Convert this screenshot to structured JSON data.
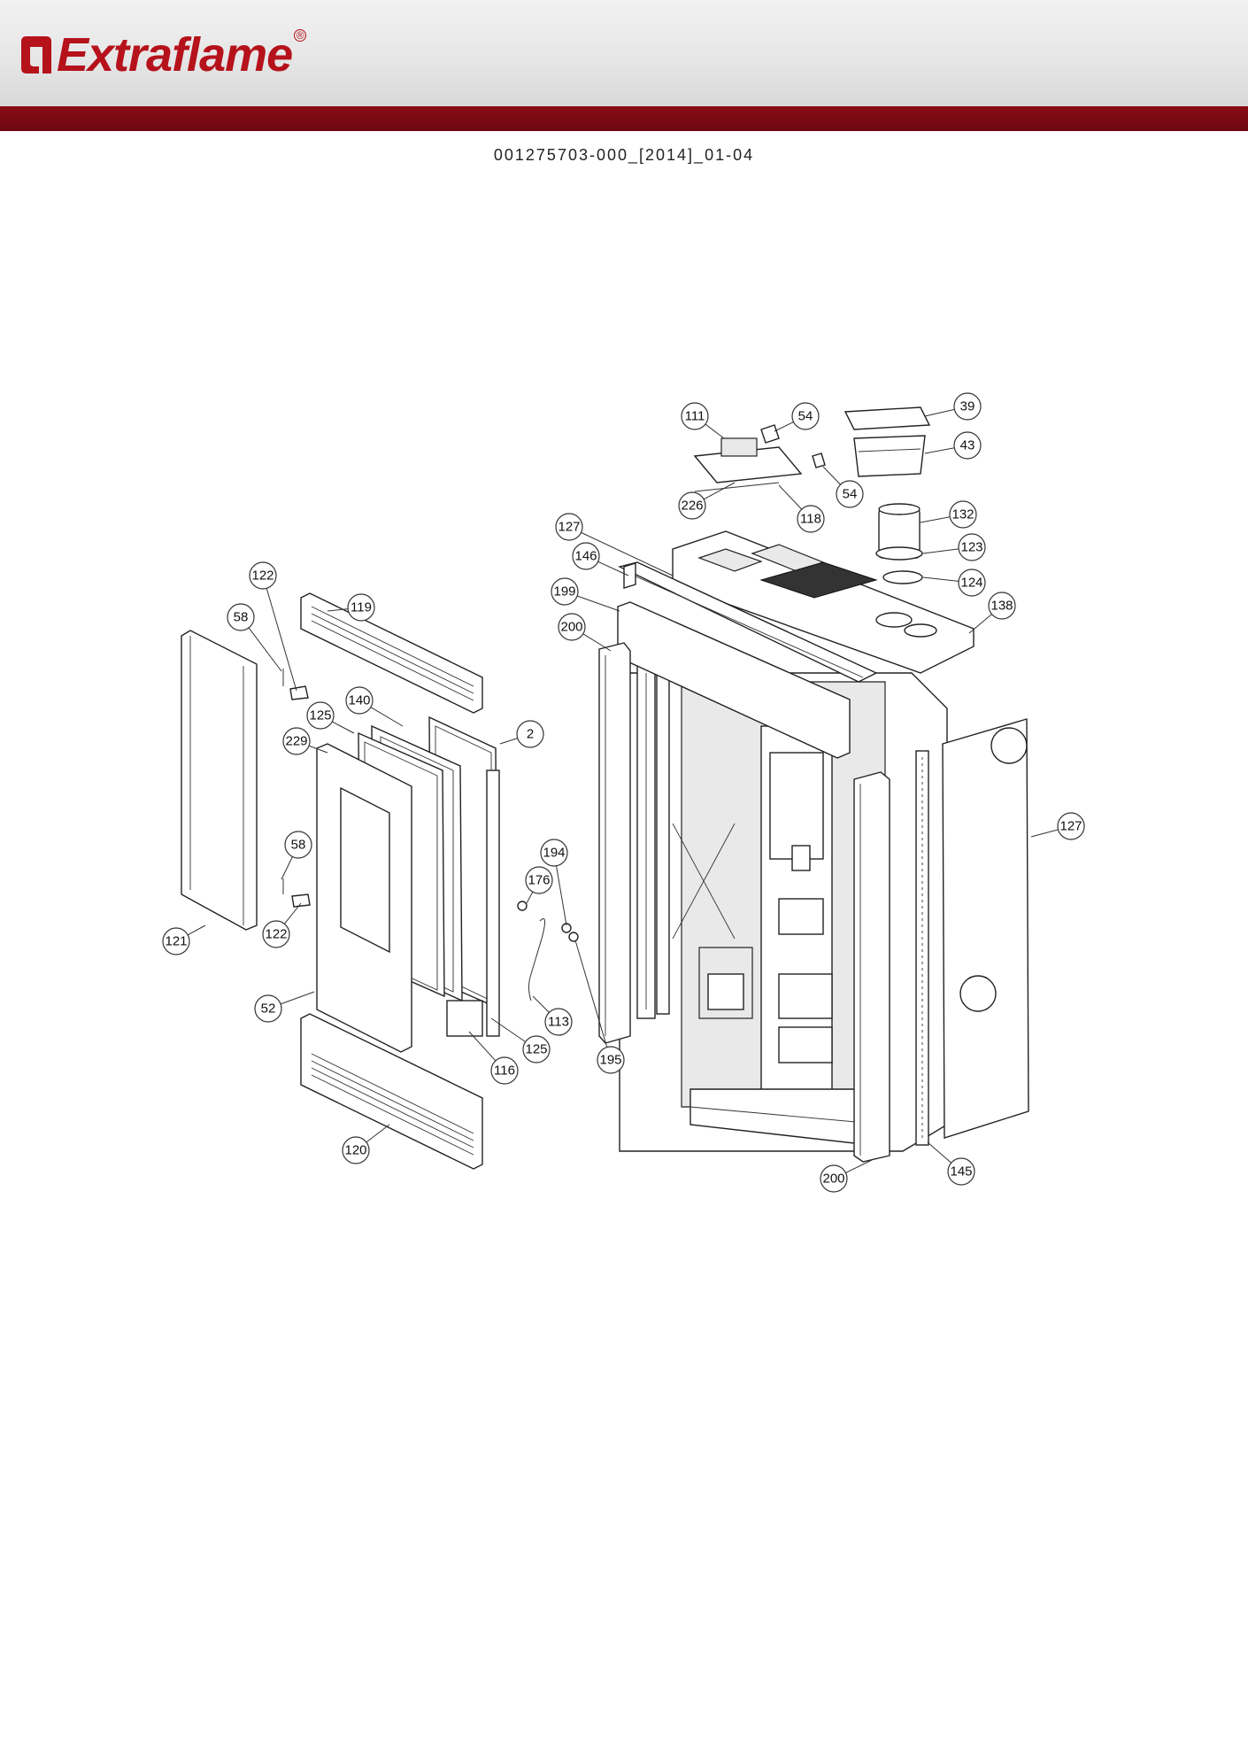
{
  "header": {
    "brand_name": "Extraflame",
    "brand_mark": "®",
    "brand_color": "#b5121b",
    "bar_color": "#7d0a15"
  },
  "document": {
    "code": "001275703-000_[2014]_01-04"
  },
  "diagram": {
    "callouts": [
      {
        "id": "c-111",
        "label": "111"
      },
      {
        "id": "c-54a",
        "label": "54"
      },
      {
        "id": "c-39",
        "label": "39"
      },
      {
        "id": "c-43",
        "label": "43"
      },
      {
        "id": "c-54b",
        "label": "54"
      },
      {
        "id": "c-226",
        "label": "226"
      },
      {
        "id": "c-118",
        "label": "118"
      },
      {
        "id": "c-132",
        "label": "132"
      },
      {
        "id": "c-123",
        "label": "123"
      },
      {
        "id": "c-127a",
        "label": "127"
      },
      {
        "id": "c-146",
        "label": "146"
      },
      {
        "id": "c-124",
        "label": "124"
      },
      {
        "id": "c-199",
        "label": "199"
      },
      {
        "id": "c-138",
        "label": "138"
      },
      {
        "id": "c-200a",
        "label": "200"
      },
      {
        "id": "c-122a",
        "label": "122"
      },
      {
        "id": "c-119",
        "label": "119"
      },
      {
        "id": "c-58a",
        "label": "58"
      },
      {
        "id": "c-125a",
        "label": "125"
      },
      {
        "id": "c-140",
        "label": "140"
      },
      {
        "id": "c-229",
        "label": "229"
      },
      {
        "id": "c-2",
        "label": "2"
      },
      {
        "id": "c-127b",
        "label": "127"
      },
      {
        "id": "c-58b",
        "label": "58"
      },
      {
        "id": "c-194",
        "label": "194"
      },
      {
        "id": "c-176",
        "label": "176"
      },
      {
        "id": "c-122b",
        "label": "122"
      },
      {
        "id": "c-121",
        "label": "121"
      },
      {
        "id": "c-52",
        "label": "52"
      },
      {
        "id": "c-113",
        "label": "113"
      },
      {
        "id": "c-125b",
        "label": "125"
      },
      {
        "id": "c-195",
        "label": "195"
      },
      {
        "id": "c-116",
        "label": "116"
      },
      {
        "id": "c-120",
        "label": "120"
      },
      {
        "id": "c-200b",
        "label": "200"
      },
      {
        "id": "c-145",
        "label": "145"
      }
    ]
  }
}
